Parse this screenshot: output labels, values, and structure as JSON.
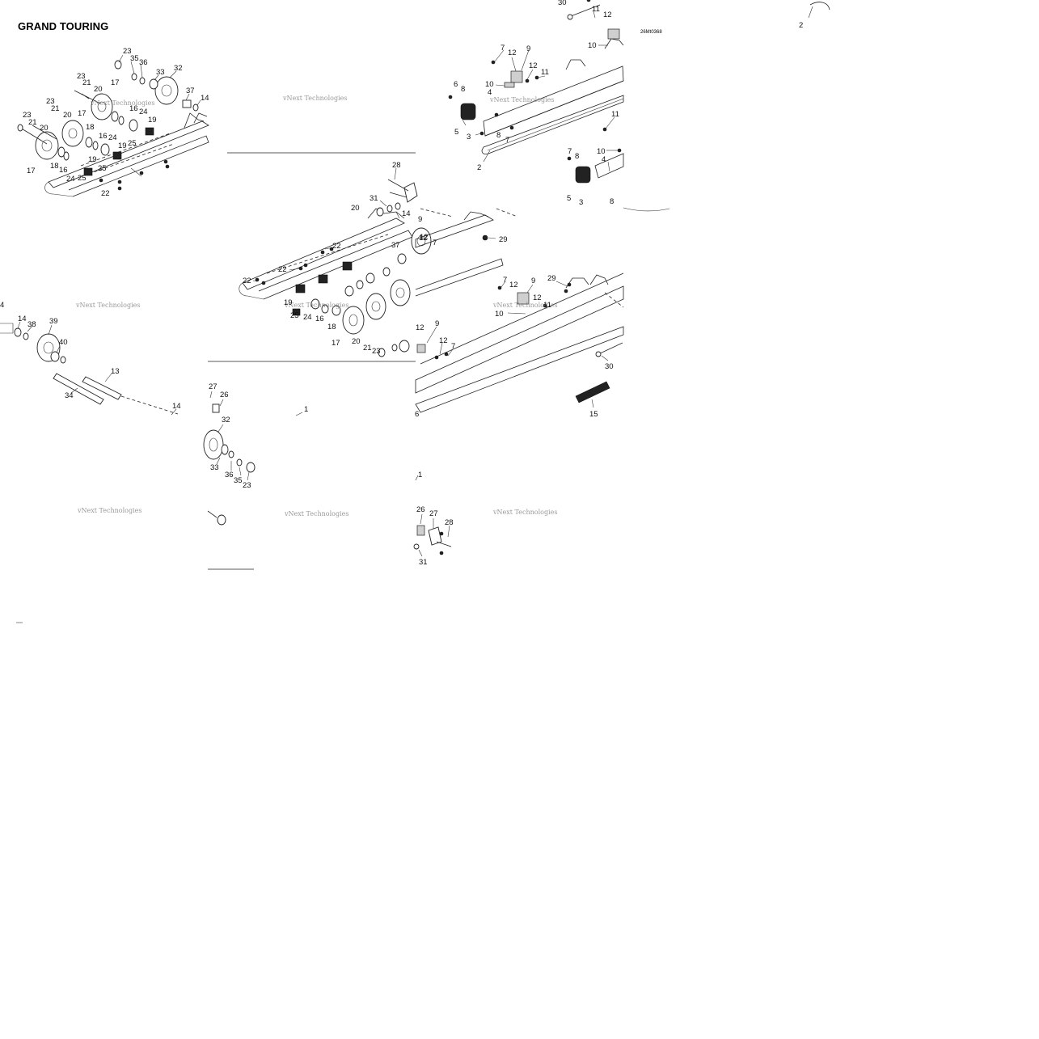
{
  "title": "GRAND TOURING",
  "diagram_code": "26Mt0368",
  "watermark": "vNext Technologies",
  "parts_labels": [
    "1",
    "2",
    "3",
    "4",
    "5",
    "6",
    "7",
    "8",
    "9",
    "10",
    "11",
    "12",
    "13",
    "14",
    "15",
    "16",
    "17",
    "18",
    "19",
    "20",
    "21",
    "22",
    "23",
    "24",
    "25",
    "26",
    "27",
    "28",
    "29",
    "30",
    "31",
    "32",
    "33",
    "34",
    "35",
    "36",
    "37",
    "38",
    "39",
    "40"
  ]
}
